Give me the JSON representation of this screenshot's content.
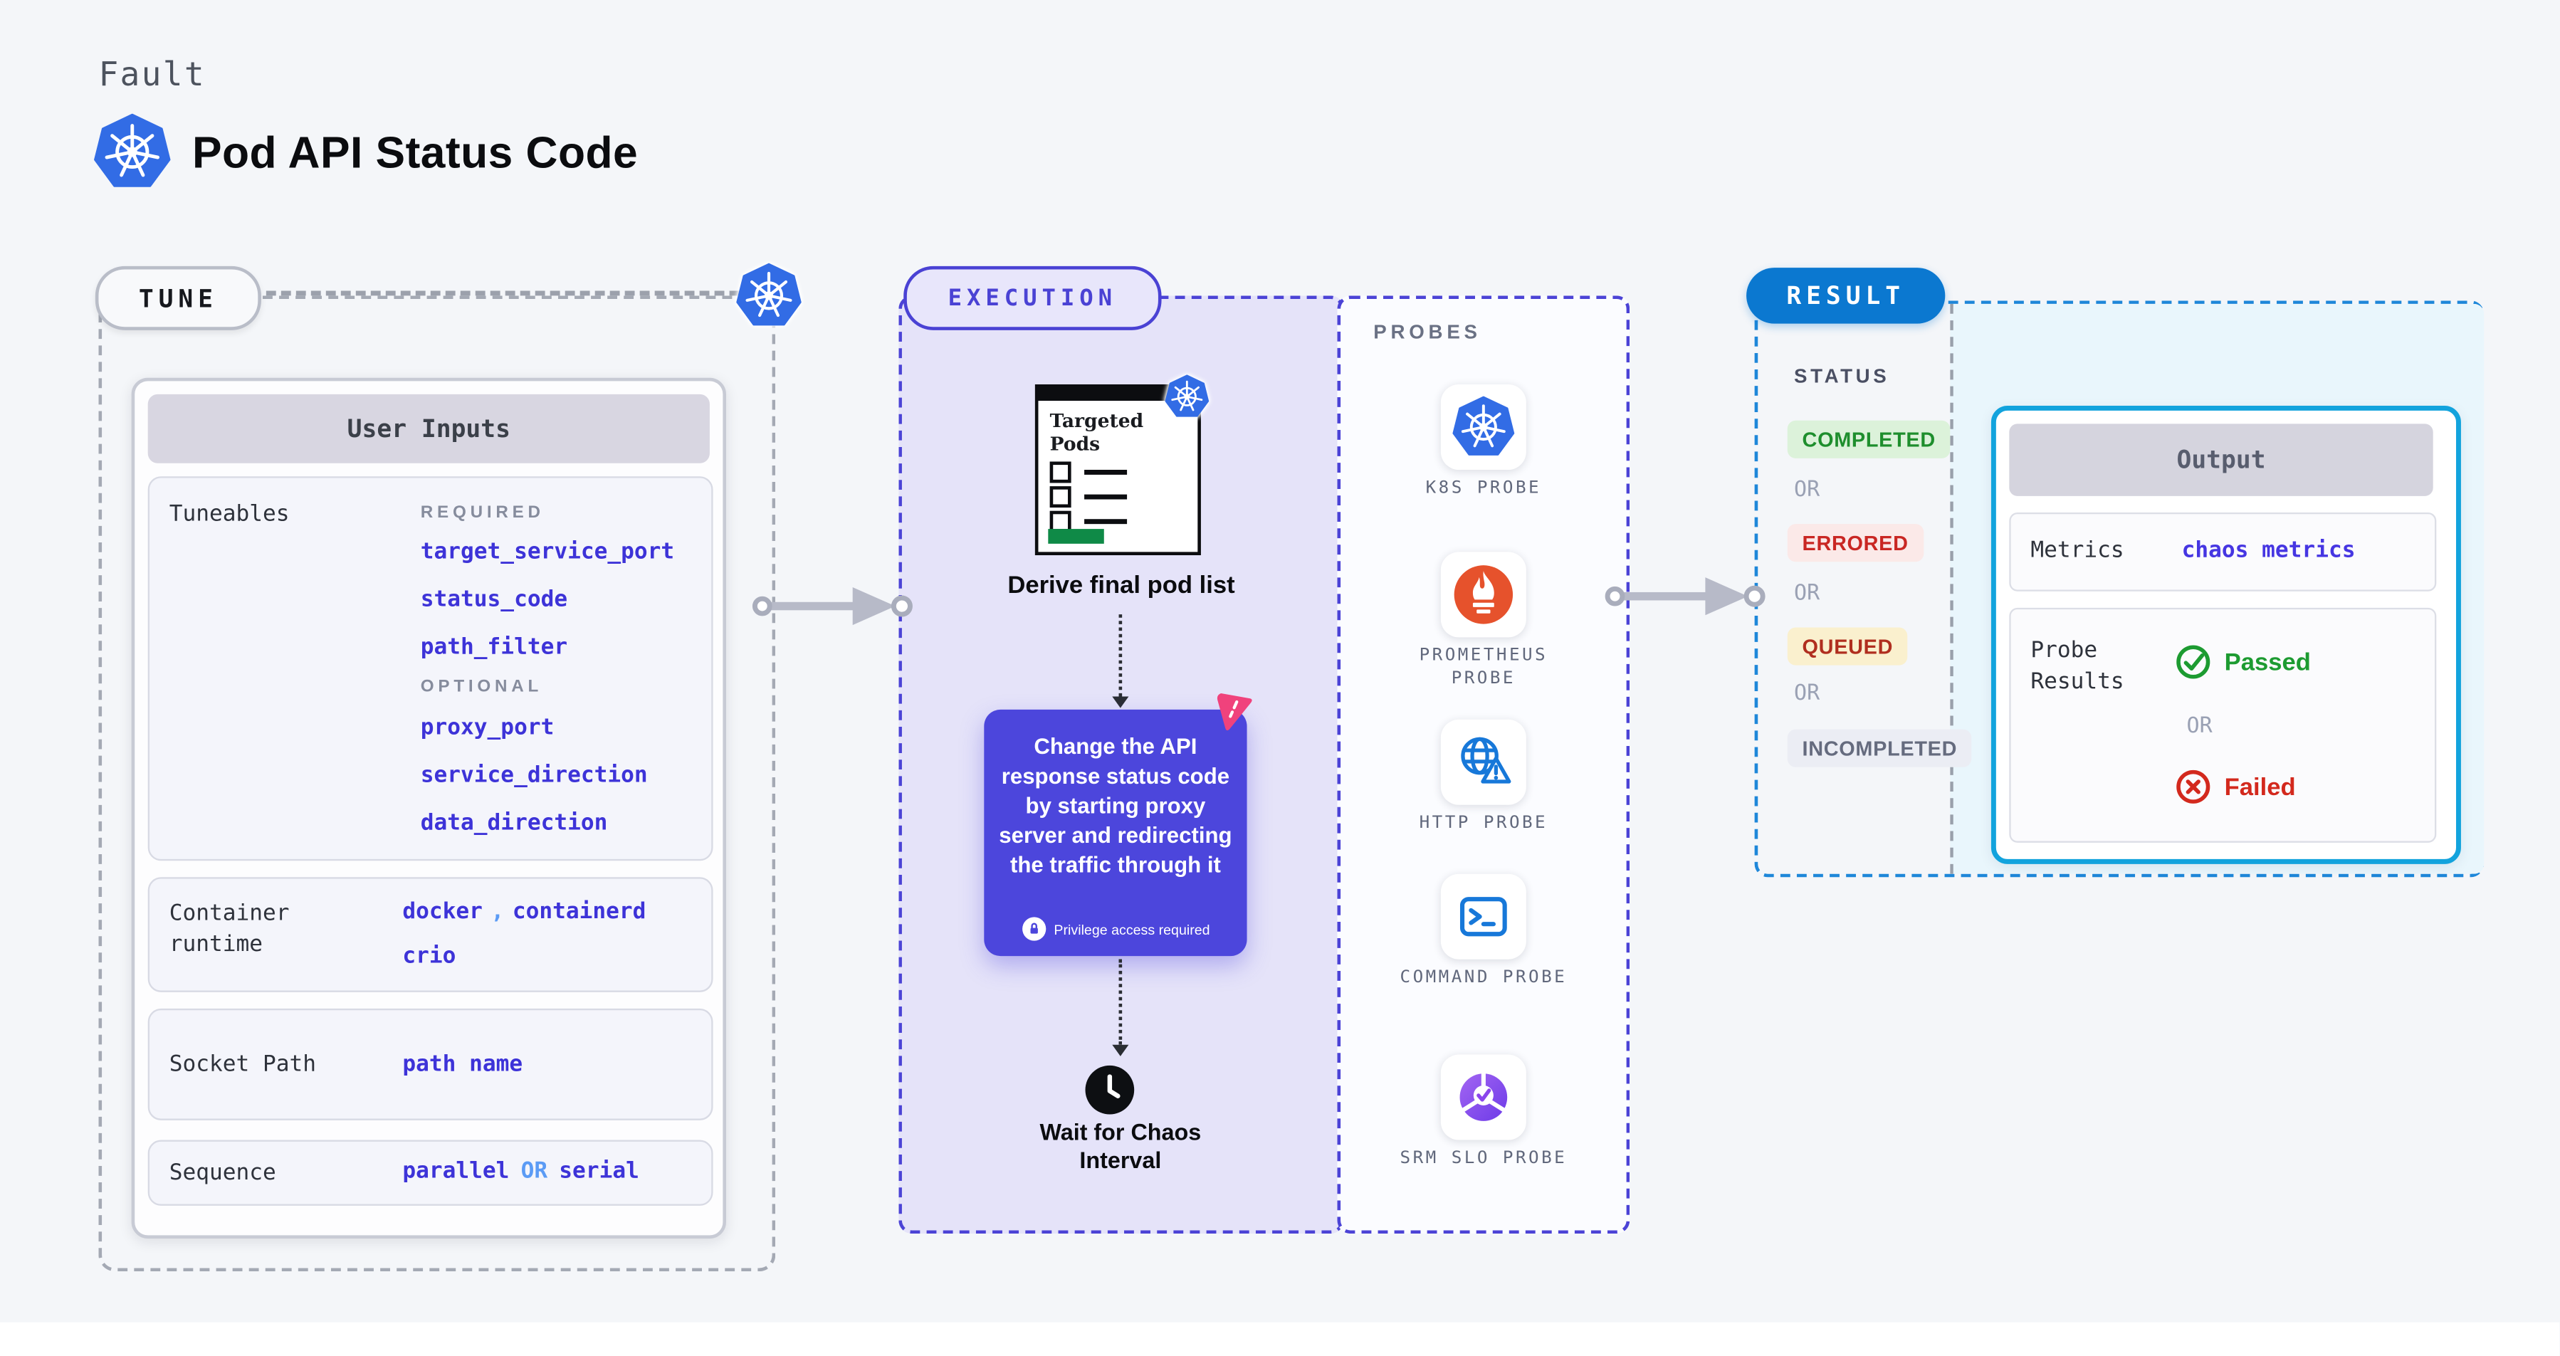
{
  "page": {
    "category_label": "Fault",
    "title": "Pod API Status Code"
  },
  "tune": {
    "badge": "TUNE",
    "card_header": "User Inputs",
    "tuneables": {
      "label": "Tuneables",
      "required_label": "REQUIRED",
      "required": [
        "target_service_port",
        "status_code",
        "path_filter"
      ],
      "optional_label": "OPTIONAL",
      "optional": [
        "proxy_port",
        "service_direction",
        "data_direction"
      ]
    },
    "container_runtime": {
      "label": "Container runtime",
      "value1": "docker",
      "separator": ",",
      "value2": "containerd",
      "value3": "crio"
    },
    "socket_path": {
      "label": "Socket Path",
      "value": "path name"
    },
    "sequence": {
      "label": "Sequence",
      "value1": "parallel",
      "connector": "OR",
      "value2": "serial"
    }
  },
  "execution": {
    "badge": "EXECUTION",
    "targeted_pods_title": "Targeted Pods",
    "derive_label": "Derive final pod list",
    "action_card": {
      "text": "Change the API response status code by starting proxy server and redirecting the traffic through it",
      "privilege_note": "Privilege access required"
    },
    "wait_label": "Wait for Chaos Interval"
  },
  "probes": {
    "title": "PROBES",
    "items": [
      {
        "label": "K8S PROBE",
        "icon": "kubernetes-icon"
      },
      {
        "label": "PROMETHEUS PROBE",
        "icon": "prometheus-icon"
      },
      {
        "label": "HTTP PROBE",
        "icon": "http-globe-warning-icon"
      },
      {
        "label": "COMMAND PROBE",
        "icon": "terminal-icon"
      },
      {
        "label": "SRM SLO PROBE",
        "icon": "slo-donut-check-icon"
      }
    ]
  },
  "result": {
    "badge": "RESULT",
    "status_title": "STATUS",
    "or_label": "OR",
    "statuses": [
      {
        "label": "COMPLETED",
        "text_color": "#1E8E2D",
        "bg": "#DCF2DA"
      },
      {
        "label": "ERRORED",
        "text_color": "#C92723",
        "bg": "#FBE9E8"
      },
      {
        "label": "QUEUED",
        "text_color": "#B02E1F",
        "bg": "#FAF0CE"
      },
      {
        "label": "INCOMPLETED",
        "text_color": "#656B7E",
        "bg": "#EBEDF4"
      }
    ],
    "output": {
      "header": "Output",
      "metrics_label": "Metrics",
      "metrics_value": "chaos metrics",
      "probe_results_label": "Probe Results",
      "passed_label": "Passed",
      "failed_label": "Failed"
    }
  },
  "colors": {
    "page_background": "#F4F6F9",
    "accent_indigo": "#4B43D6",
    "execution_fill": "#E5E3F9",
    "result_badge_blue": "#0B78D0",
    "result_border_blue": "#1E87D9",
    "output_border_cyan": "#12A3DD",
    "result_fill_cyan": "#E9F6FC",
    "value_blue": "#3D33D8",
    "value_light_blue": "#5B9BF5",
    "purple_card": "#4C46DC",
    "passed_green": "#1D9B31",
    "failed_red": "#D3291D",
    "k8s_blue": "#326CE5",
    "prometheus_orange": "#E6522C",
    "litmus_pink": "#F0427C",
    "targeted_pods_green": "#0F8A47"
  }
}
